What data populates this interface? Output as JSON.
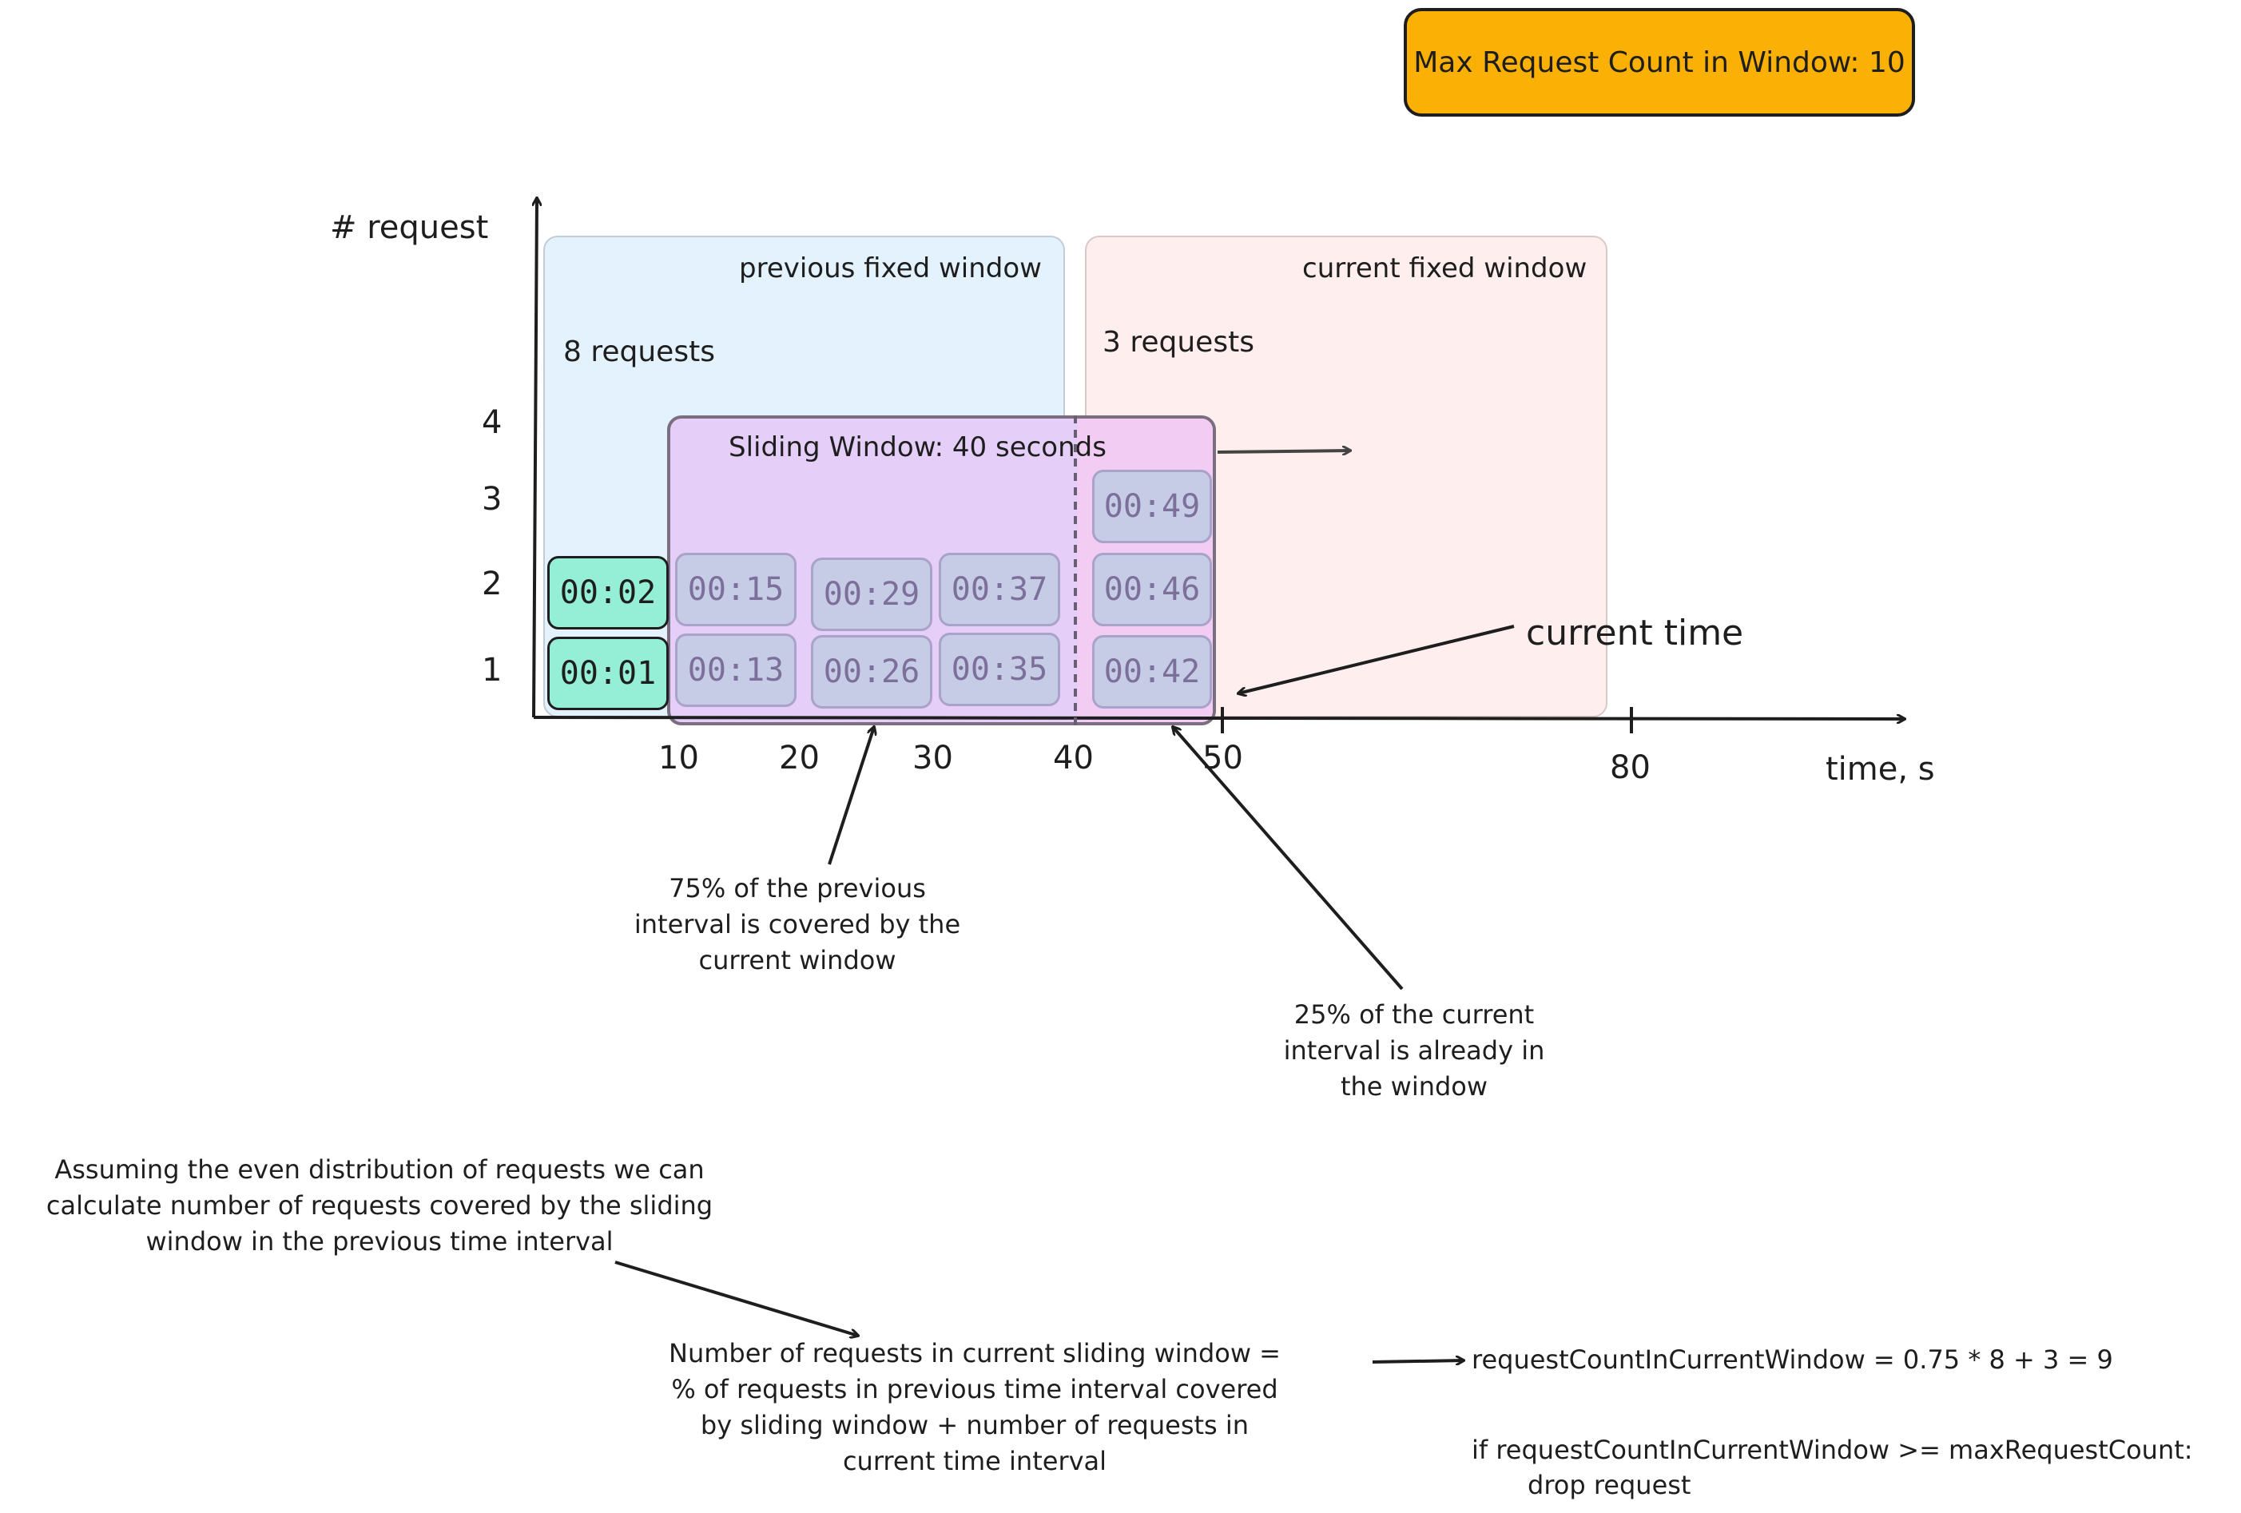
{
  "header": {
    "max_label": "Max Request Count in Window: 10"
  },
  "axes": {
    "y_label": "# request",
    "x_label": "time, s",
    "y_ticks": [
      "1",
      "2",
      "3",
      "4"
    ],
    "x_ticks": [
      "10",
      "20",
      "30",
      "40",
      "50",
      "80"
    ]
  },
  "windows": {
    "previous": {
      "title": "previous fixed window",
      "count": "8 requests"
    },
    "current": {
      "title": "current fixed window",
      "count": "3 requests"
    },
    "sliding": {
      "title": "Sliding Window: 40 seconds"
    }
  },
  "requests": {
    "outside": [
      "00:01",
      "00:02"
    ],
    "prev_inside": [
      "00:13",
      "00:15",
      "00:26",
      "00:29",
      "00:35",
      "00:37"
    ],
    "current": [
      "00:42",
      "00:46",
      "00:49"
    ]
  },
  "current_time_label": "current time",
  "notes": {
    "prev_coverage": [
      "75% of the previous",
      "interval is covered by the",
      "current window"
    ],
    "curr_coverage": [
      "25% of the current",
      "interval is already in",
      "the window"
    ],
    "assumption": [
      "Assuming the even distribution of requests we can",
      "calculate number of requests covered by the sliding",
      "window in the previous time interval"
    ],
    "formula_text": [
      "Number of requests in current sliding window =",
      "% of requests in previous time interval covered",
      "by sliding window + number of requests in",
      "current time interval"
    ],
    "formula_code": "requestCountInCurrentWindow = 0.75 * 8 + 3 = 9",
    "condition_line1": "if requestCountInCurrentWindow >= maxRequestCount:",
    "condition_line2": "drop request"
  },
  "colors": {
    "header_bg": "#fab005",
    "previous_window": "#e3f2fd",
    "current_window": "#ffeeee",
    "sliding_window": "#e5cff8",
    "sliding_current_part": "#f3ccf3",
    "outside_request": "#95efd6"
  }
}
